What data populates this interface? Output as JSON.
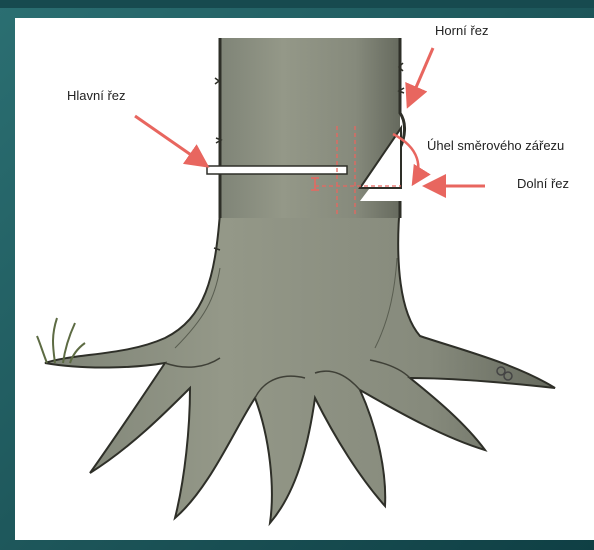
{
  "diagram": {
    "labels": {
      "main_cut": "Hlavní řez",
      "top_cut": "Horní řez",
      "notch_angle": "Úhel směrového zářezu",
      "bottom_cut": "Dolní řez"
    },
    "colors": {
      "slide_bg": "#1f5a5f",
      "panel_bg": "#ffffff",
      "trunk": "#8c9183",
      "trunk_shadow": "#6c7063",
      "bark_edge": "#2e2f28",
      "arrow": "#e8665f",
      "dashed_guides": "#e8665f",
      "grass": "#5d6b43"
    }
  }
}
